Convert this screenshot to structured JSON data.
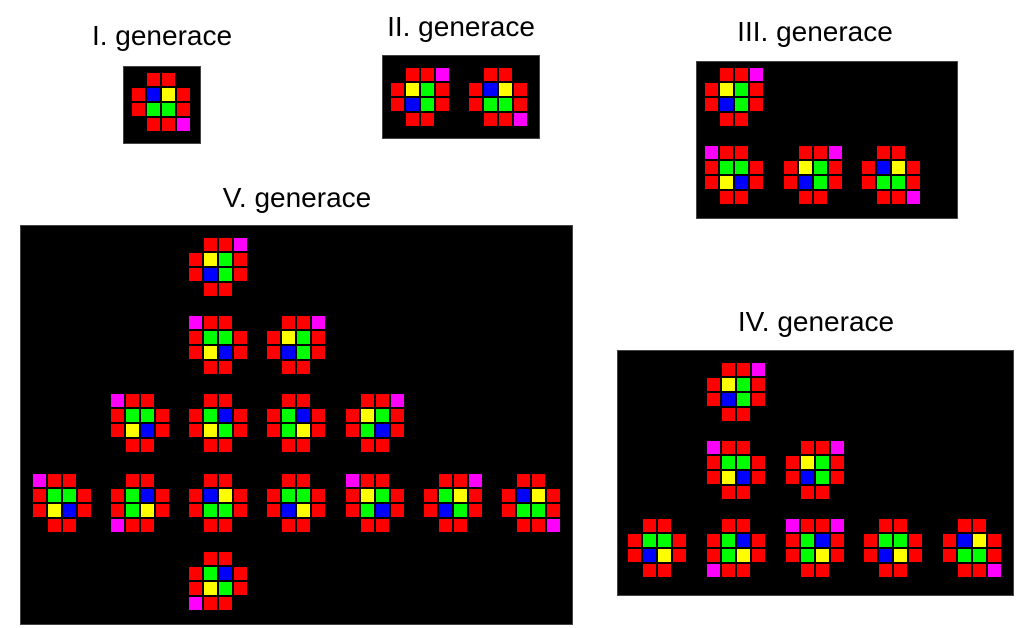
{
  "colors": {
    "red": "#ff0000",
    "blue": "#0000ff",
    "yellow": "#ffff00",
    "green": "#00ff00",
    "magenta": "#ff00ff",
    "background": "#000000"
  },
  "generations": [
    {
      "title": "I. generace",
      "cells": [
        {
          "inner": [
            "blue",
            "yellow",
            "green",
            "green"
          ],
          "magenta": [
            "br"
          ]
        }
      ]
    },
    {
      "title": "II. generace",
      "cells": [
        {
          "inner": [
            "yellow",
            "green",
            "blue",
            "green"
          ],
          "magenta": [
            "tr"
          ]
        },
        {
          "inner": [
            "blue",
            "yellow",
            "green",
            "green"
          ],
          "magenta": [
            "br"
          ]
        }
      ]
    },
    {
      "title": "III. generace",
      "cells": [
        {
          "inner": [
            "yellow",
            "green",
            "blue",
            "green"
          ],
          "magenta": [
            "tr"
          ]
        },
        {
          "inner": [
            "green",
            "green",
            "yellow",
            "blue"
          ],
          "magenta": [
            "tl"
          ]
        },
        {
          "inner": [
            "yellow",
            "green",
            "blue",
            "green"
          ],
          "magenta": [
            "tr"
          ]
        },
        {
          "inner": [
            "blue",
            "yellow",
            "green",
            "green"
          ],
          "magenta": [
            "br"
          ]
        }
      ]
    },
    {
      "title": "IV. generace",
      "cells": [
        {
          "inner": [
            "yellow",
            "green",
            "blue",
            "green"
          ],
          "magenta": [
            "tr"
          ]
        },
        {
          "inner": [
            "green",
            "green",
            "yellow",
            "blue"
          ],
          "magenta": [
            "tl"
          ]
        },
        {
          "inner": [
            "yellow",
            "green",
            "blue",
            "green"
          ],
          "magenta": [
            "tr"
          ]
        },
        {
          "inner": [
            "green",
            "green",
            "blue",
            "yellow"
          ],
          "magenta": []
        },
        {
          "inner": [
            "green",
            "blue",
            "green",
            "yellow"
          ],
          "magenta": [
            "bl"
          ]
        },
        {
          "inner": [
            "green",
            "blue",
            "green",
            "yellow"
          ],
          "magenta": [
            "tl",
            "tr"
          ]
        },
        {
          "inner": [
            "green",
            "green",
            "blue",
            "yellow"
          ],
          "magenta": []
        },
        {
          "inner": [
            "blue",
            "yellow",
            "green",
            "green"
          ],
          "magenta": [
            "br"
          ]
        }
      ]
    },
    {
      "title": "V. generace",
      "cells": [
        {
          "inner": [
            "yellow",
            "green",
            "blue",
            "green"
          ],
          "magenta": [
            "tr"
          ]
        },
        {
          "inner": [
            "green",
            "green",
            "yellow",
            "blue"
          ],
          "magenta": [
            "tl"
          ]
        },
        {
          "inner": [
            "yellow",
            "green",
            "blue",
            "green"
          ],
          "magenta": [
            "tr"
          ]
        },
        {
          "inner": [
            "green",
            "green",
            "yellow",
            "blue"
          ],
          "magenta": [
            "tl"
          ]
        },
        {
          "inner": [
            "green",
            "blue",
            "yellow",
            "green"
          ],
          "magenta": []
        },
        {
          "inner": [
            "green",
            "blue",
            "green",
            "yellow"
          ],
          "magenta": []
        },
        {
          "inner": [
            "yellow",
            "green",
            "green",
            "blue"
          ],
          "magenta": [
            "tr"
          ]
        },
        {
          "inner": [
            "green",
            "green",
            "yellow",
            "blue"
          ],
          "magenta": [
            "tl"
          ]
        },
        {
          "inner": [
            "green",
            "blue",
            "green",
            "yellow"
          ],
          "magenta": [
            "bl"
          ]
        },
        {
          "inner": [
            "blue",
            "yellow",
            "green",
            "green"
          ],
          "magenta": []
        },
        {
          "inner": [
            "green",
            "green",
            "blue",
            "yellow"
          ],
          "magenta": []
        },
        {
          "inner": [
            "yellow",
            "green",
            "green",
            "blue"
          ],
          "magenta": [
            "tl"
          ]
        },
        {
          "inner": [
            "green",
            "yellow",
            "blue",
            "green"
          ],
          "magenta": [
            "tr"
          ]
        },
        {
          "inner": [
            "blue",
            "yellow",
            "green",
            "green"
          ],
          "magenta": [
            "br"
          ]
        },
        {
          "inner": [
            "green",
            "blue",
            "yellow",
            "green"
          ],
          "magenta": [
            "bl"
          ]
        }
      ]
    }
  ]
}
